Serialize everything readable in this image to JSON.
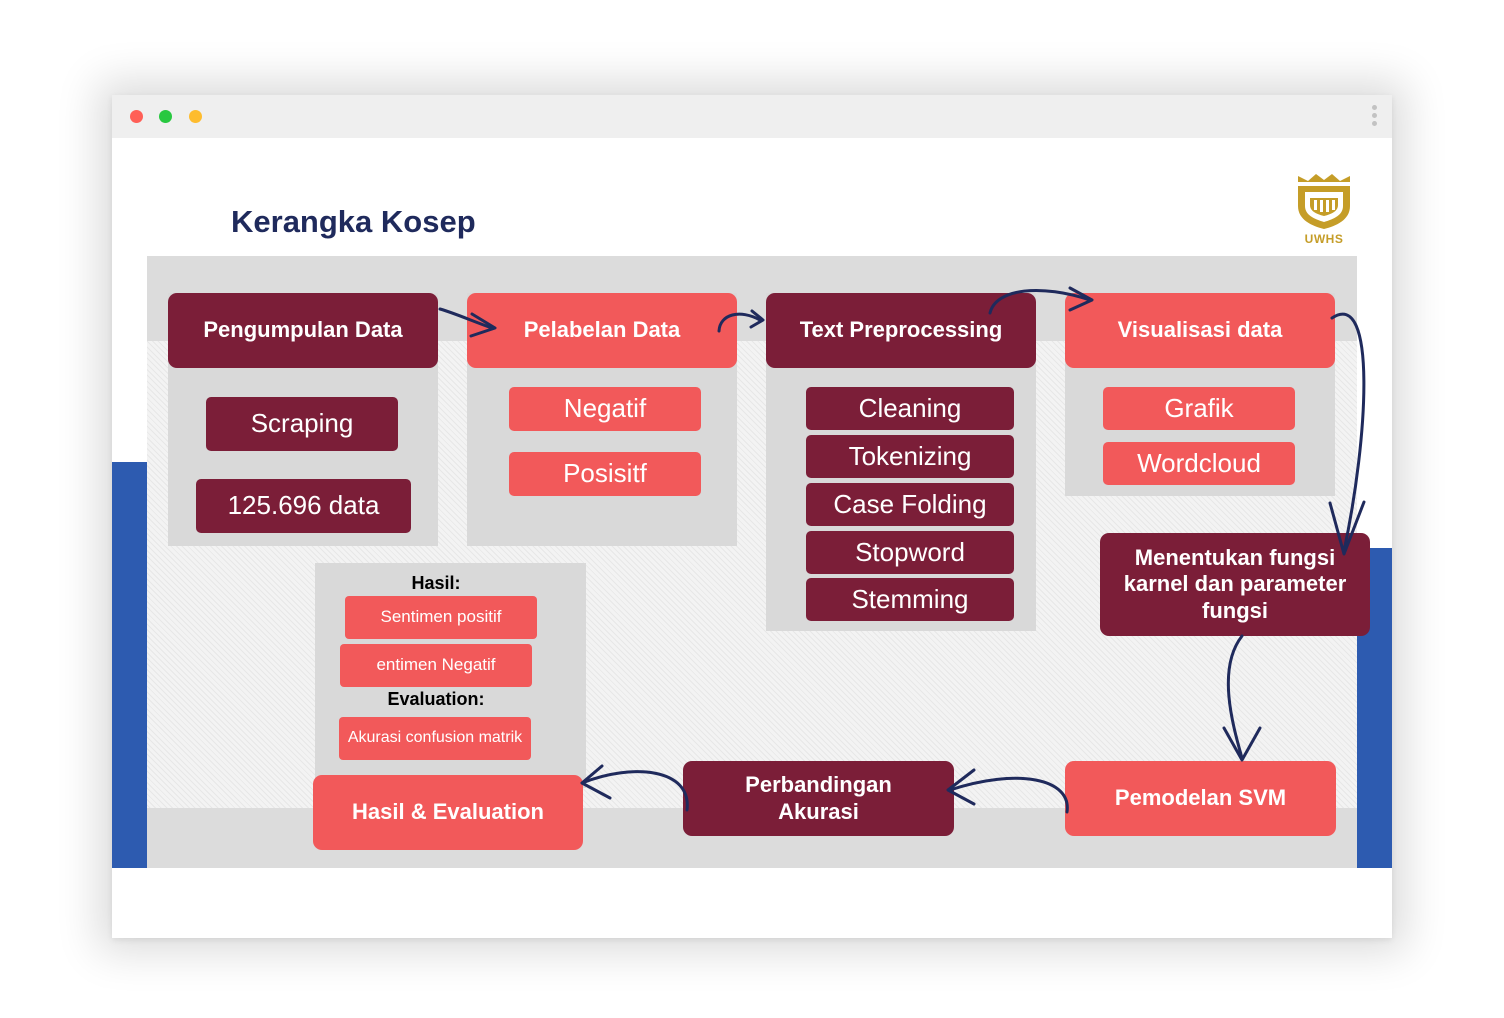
{
  "window": {
    "controls": {
      "red": "#ff5f57",
      "green": "#28c840",
      "yellow": "#febc2e"
    }
  },
  "slide": {
    "title": "Kerangka Kosep",
    "logo_text": "UWHS"
  },
  "colors": {
    "dark": "#7b1e38",
    "coral": "#f2595a",
    "title": "#1f2a5c",
    "blue": "#2d5bb0",
    "arrow": "#1f2a5c",
    "logo_gold": "#c59d28"
  },
  "steps": {
    "pengumpulan": {
      "title": "Pengumpulan Data",
      "items": [
        "Scraping",
        "125.696 data"
      ]
    },
    "pelabelan": {
      "title": "Pelabelan Data",
      "items": [
        "Negatif",
        "Posisitf"
      ]
    },
    "preprocessing": {
      "title": "Text Preprocessing",
      "items": [
        "Cleaning",
        "Tokenizing",
        "Case Folding",
        "Stopword",
        "Stemming"
      ]
    },
    "visualisasi": {
      "title": "Visualisasi data",
      "items": [
        "Grafik",
        "Wordcloud"
      ]
    },
    "kernel": {
      "title": "Menentukan fungsi karnel dan parameter fungsi"
    },
    "svm": {
      "title": "Pemodelan SVM"
    },
    "perbandingan": {
      "title": "Perbandingan Akurasi"
    },
    "hasil": {
      "title": "Hasil & Evaluation",
      "hasil_label": "Hasil:",
      "hasil_items": [
        "Sentimen positif",
        "entimen Negatif"
      ],
      "evaluation_label": "Evaluation:",
      "evaluation_items": [
        "Akurasi confusion matrik"
      ]
    }
  }
}
